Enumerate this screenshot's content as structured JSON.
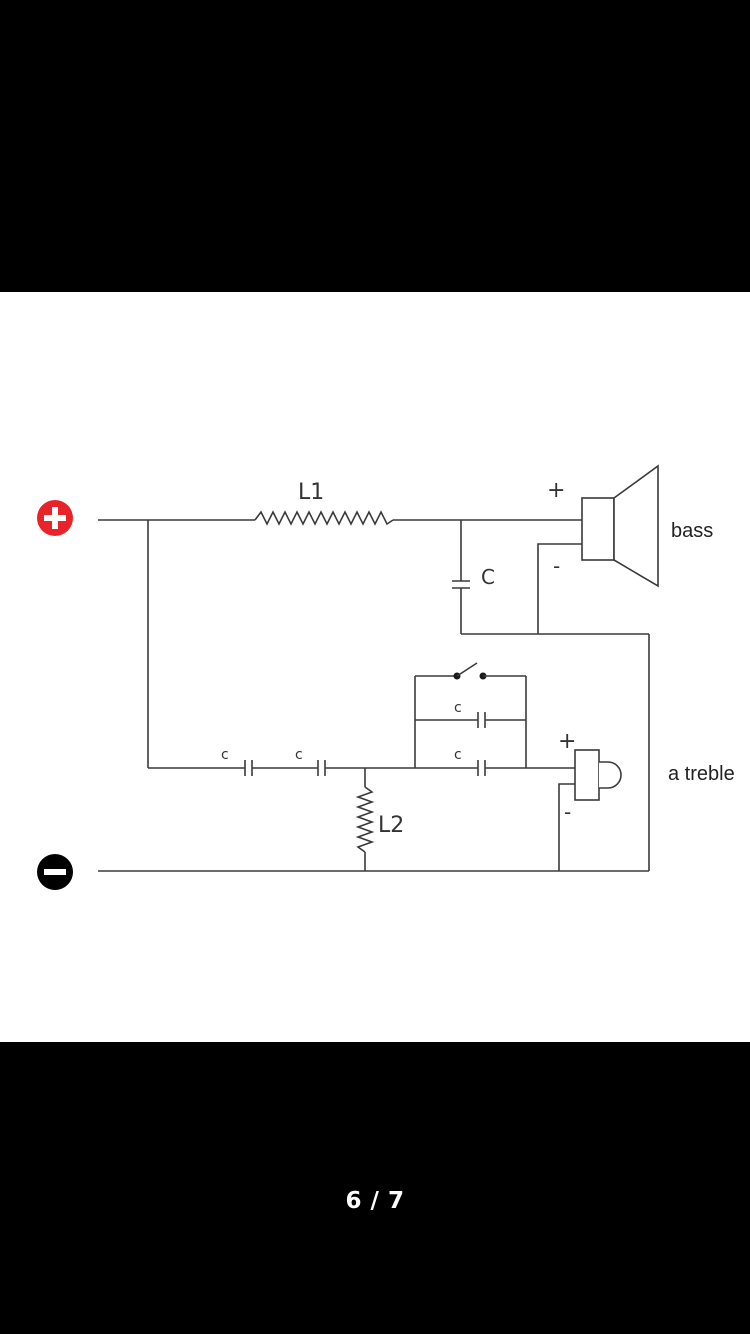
{
  "viewer": {
    "page_indicator": "6 / 7"
  },
  "diagram": {
    "terminals": {
      "positive_icon": "plus-circle-icon",
      "negative_icon": "minus-circle-icon",
      "positive_color": "#e8232a",
      "negative_color": "#000000"
    },
    "labels": {
      "l1": "L1",
      "l2": "L2",
      "c_main": "C",
      "c_small": "c",
      "bass_plus": "+",
      "bass_minus": "-",
      "treble_plus": "+",
      "treble_minus": "-",
      "bass": "bass",
      "treble": "a treble"
    }
  }
}
